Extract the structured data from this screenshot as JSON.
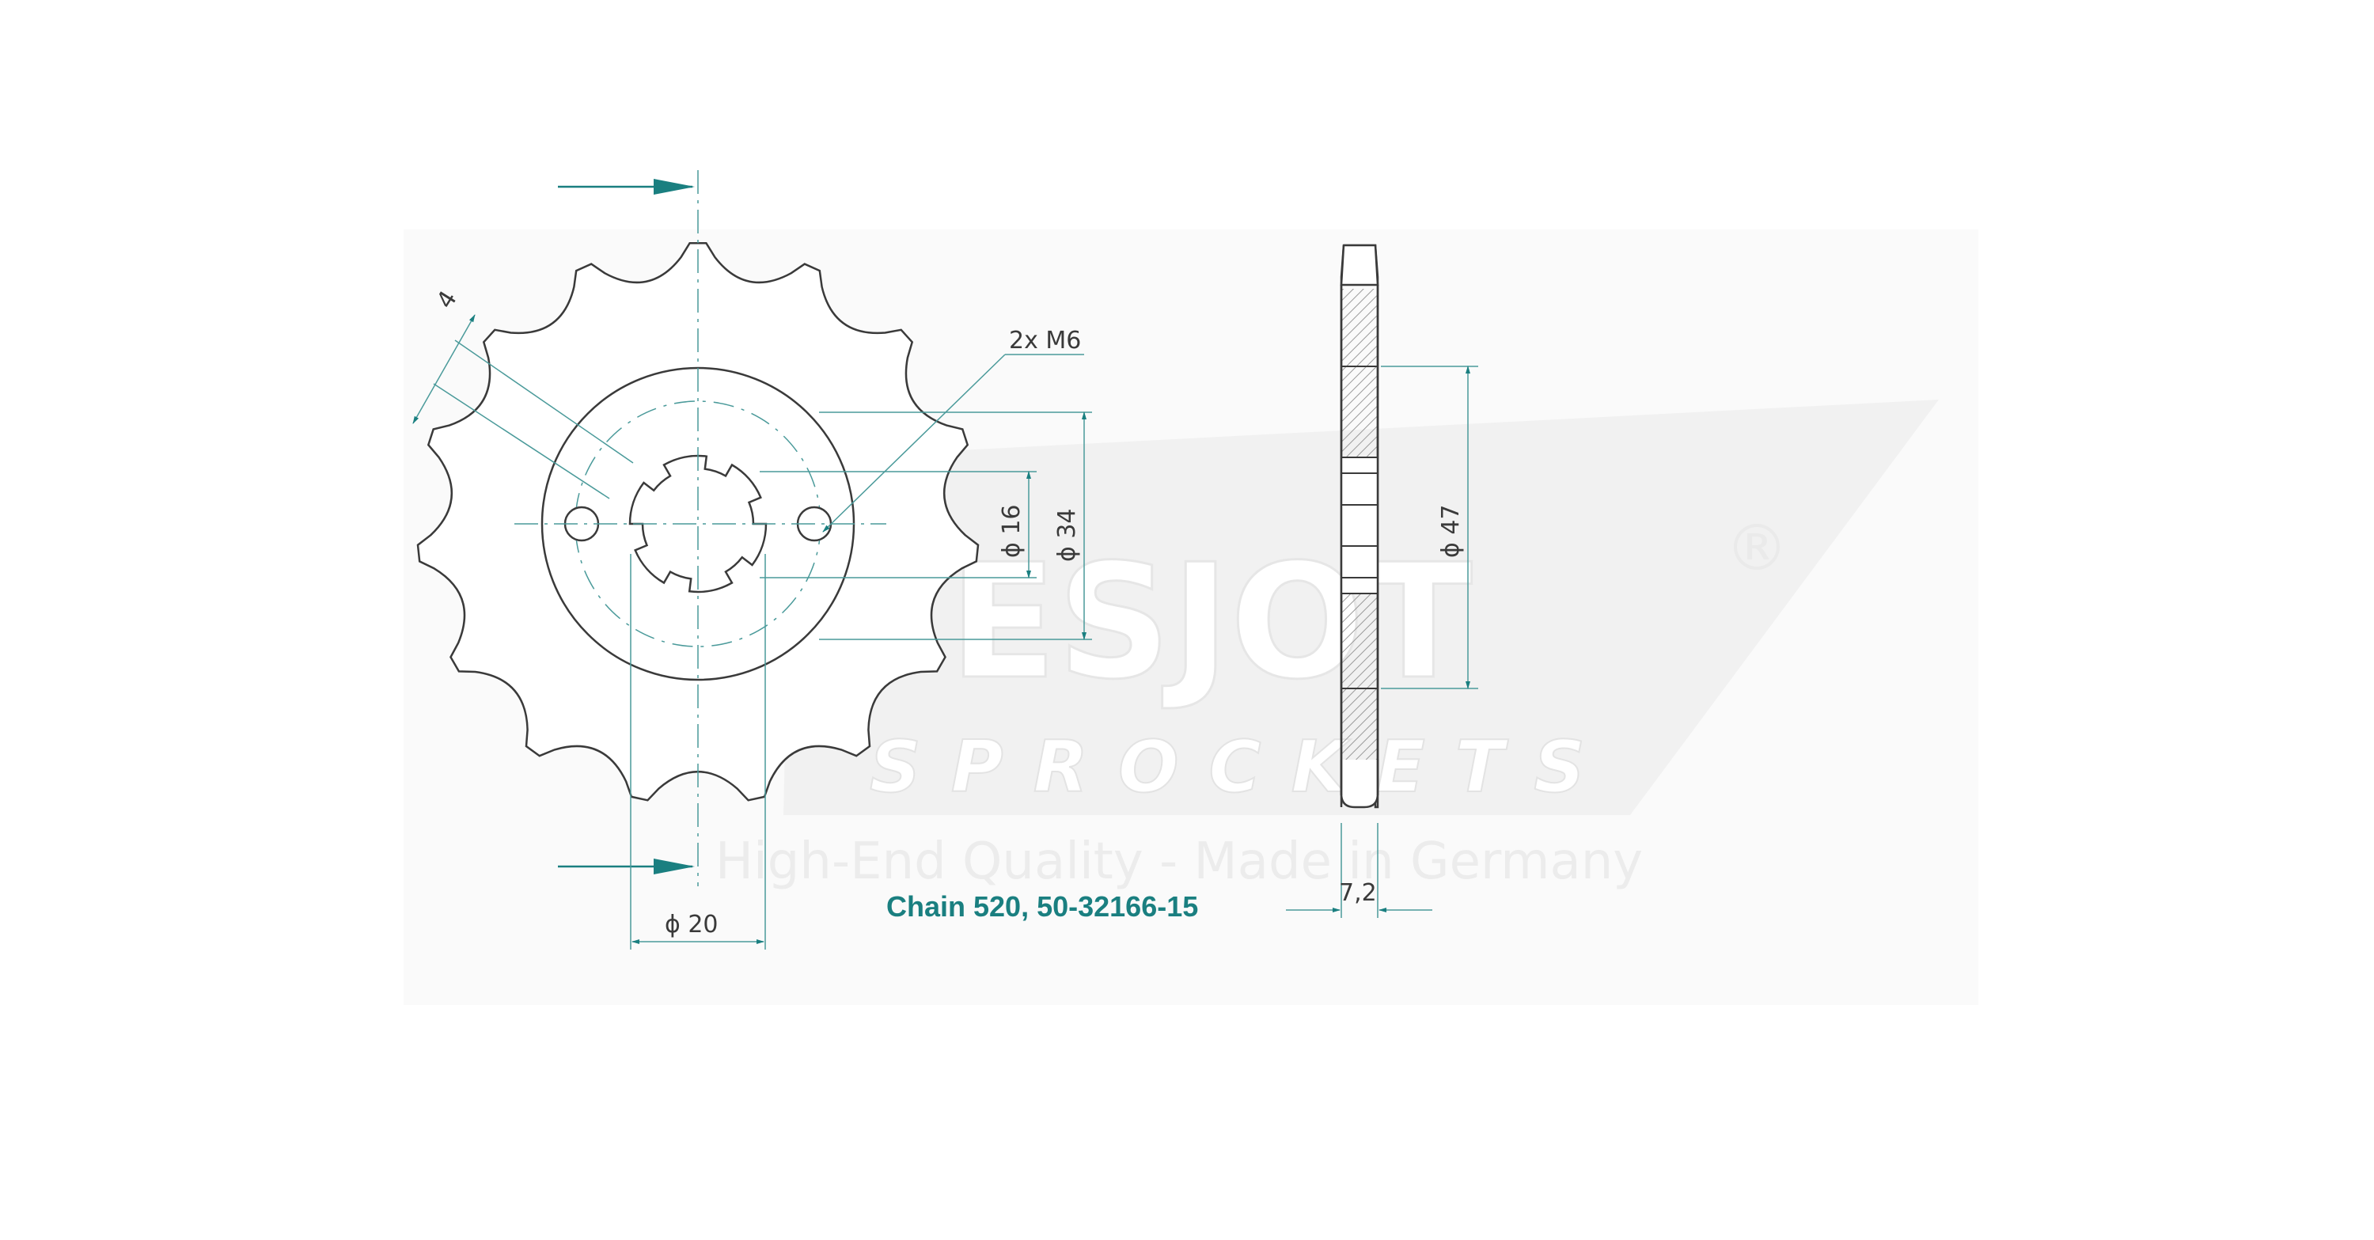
{
  "watermark": {
    "brand": "ESJOT",
    "registered_mark": "®",
    "subtitle": "SPROCKETS",
    "tagline": "High-End Quality - Made in Germany"
  },
  "drawing": {
    "caption": "Chain 520, 50-32166-15",
    "teeth": 15,
    "dimensions": {
      "tooth_width_label": "4",
      "bolts_label": "2x M6",
      "bore_label": "ϕ 16",
      "bolt_circle_label": "ϕ 34",
      "spline_label": "ϕ 20",
      "hub_label": "ϕ 47",
      "thickness_label": "7,2"
    }
  },
  "colors": {
    "accent": "#1a7f80",
    "line": "#3a3a3a",
    "dim_line": "#4a9a9a",
    "watermark": "#eeeeee",
    "hatch": "#9a9a9a"
  }
}
